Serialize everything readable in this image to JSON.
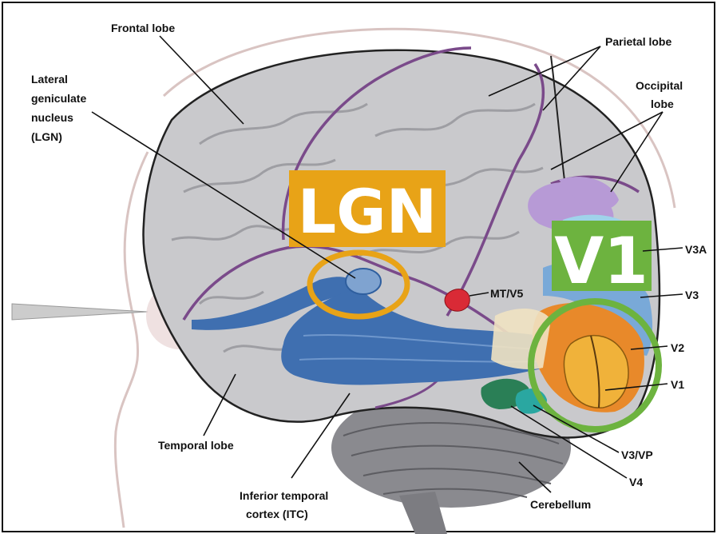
{
  "labels": {
    "frontal_lobe": "Frontal lobe",
    "parietal_lobe": "Parietal lobe",
    "occipital_lobe_line1": "Occipital",
    "occipital_lobe_line2": "lobe",
    "lgn_line1": "Lateral",
    "lgn_line2": "geniculate",
    "lgn_line3": "nucleus",
    "lgn_line4": "(LGN)",
    "v3a": "V3A",
    "mt_v5": "MT/V5",
    "v3": "V3",
    "v2": "V2",
    "v1": "V1",
    "temporal_lobe": "Temporal lobe",
    "v3_vp": "V3/VP",
    "v4": "V4",
    "itc_line1": "Inferior temporal",
    "itc_line2": "cortex (ITC)",
    "cerebellum": "Cerebellum"
  },
  "badges": {
    "lgn": {
      "text": "LGN",
      "color": "#E8A317"
    },
    "v1": {
      "text": "V1",
      "color": "#6DB33F"
    }
  },
  "colors": {
    "brain": "#c9c9cc",
    "brain_shadow": "#9e9ea3",
    "visual_pathway": "#3f6fb0",
    "lobe_boundary": "#7a4a8a",
    "v1_area": "#f0b23a",
    "v2_area": "#e8892a",
    "v3_area": "#79a9d8",
    "v3a_area": "#9fd3ea",
    "occipital_top": "#b79ad6",
    "mt_v5_area": "#d92a36",
    "v4_area": "#2a7f56",
    "v3vp_area": "#2aa7a1",
    "cerebellum": "#8a8a8f"
  }
}
